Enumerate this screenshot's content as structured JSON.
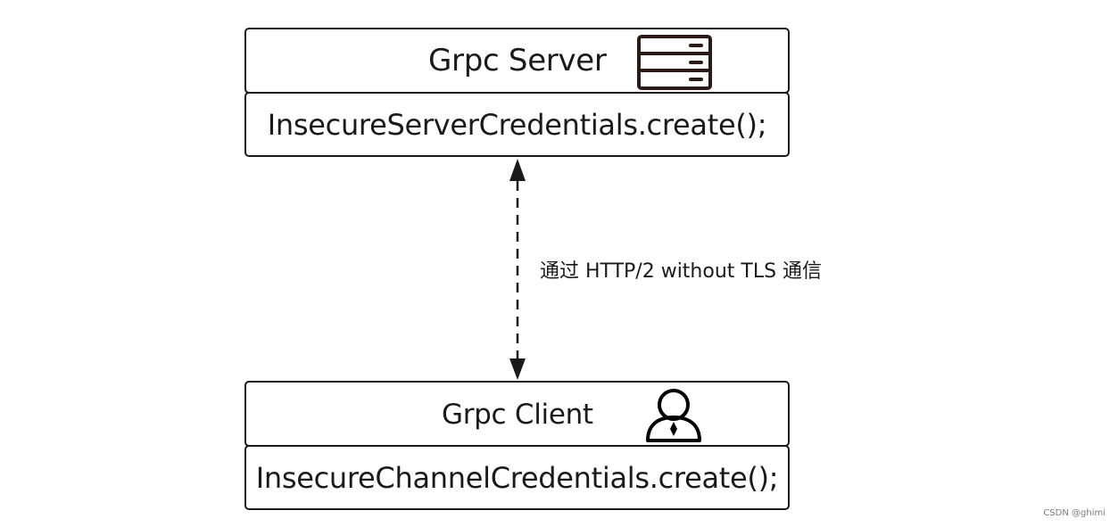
{
  "server": {
    "title": "Grpc Server",
    "code": "InsecureServerCredentials.create();",
    "icon": "server-rack-icon"
  },
  "client": {
    "title": "Grpc Client",
    "code": "InsecureChannelCredentials.create();",
    "icon": "user-icon"
  },
  "connector": {
    "label": "通过 HTTP/2 without TLS 通信",
    "style": "dashed-bidirectional-arrow"
  },
  "watermark": "CSDN @ghimi",
  "colors": {
    "stroke": "#1a1a1a",
    "server_icon_stroke": "#2b1a17",
    "background": "#ffffff"
  }
}
